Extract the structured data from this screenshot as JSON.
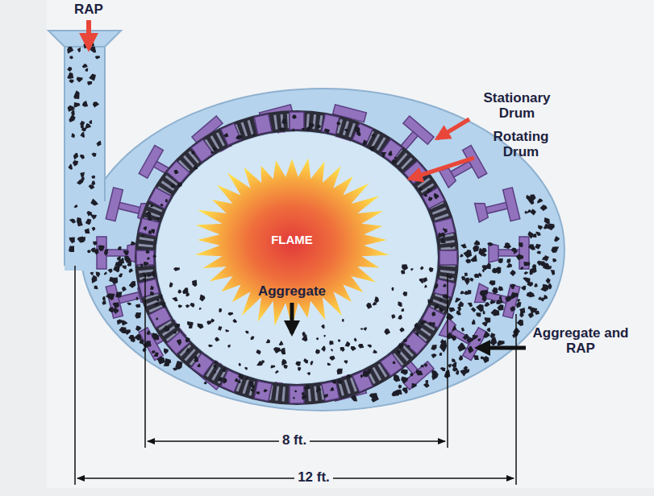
{
  "diagram": {
    "labels": [
      "RAP",
      "Stationary Drum",
      "Rotating Drum",
      "FLAME",
      "Aggregate",
      "Aggregate and RAP",
      "8 ft.",
      "12 ft."
    ]
  }
}
